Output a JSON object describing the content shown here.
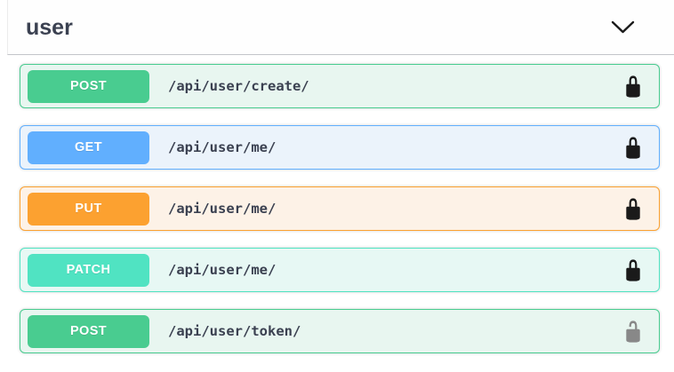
{
  "section": {
    "title": "user",
    "expand_icon": "chevron-down"
  },
  "colors": {
    "heading_text": "#3b4151",
    "path_text": "#3b4151",
    "divider": "rgba(59,65,81,0.3)"
  },
  "method_styles": {
    "POST": {
      "badge": "#49cc90",
      "bg": "#e8f6f0",
      "border": "#49cc90"
    },
    "GET": {
      "badge": "#61affe",
      "bg": "#ebf3fb",
      "border": "#61affe"
    },
    "PUT": {
      "badge": "#fca130",
      "bg": "#fdf2e7",
      "border": "#fca130"
    },
    "PATCH": {
      "badge": "#50e3c2",
      "bg": "#e7f8f4",
      "border": "#50e3c2"
    }
  },
  "lock_styles": {
    "locked": {
      "color": "#1a1a1a",
      "icon": "padlock-closed"
    },
    "unlocked": {
      "color": "#888888",
      "icon": "padlock-open"
    }
  },
  "endpoints": [
    {
      "method": "POST",
      "path": "/api/user/create/",
      "auth": "locked"
    },
    {
      "method": "GET",
      "path": "/api/user/me/",
      "auth": "locked"
    },
    {
      "method": "PUT",
      "path": "/api/user/me/",
      "auth": "locked"
    },
    {
      "method": "PATCH",
      "path": "/api/user/me/",
      "auth": "locked"
    },
    {
      "method": "POST",
      "path": "/api/user/token/",
      "auth": "unlocked"
    }
  ]
}
